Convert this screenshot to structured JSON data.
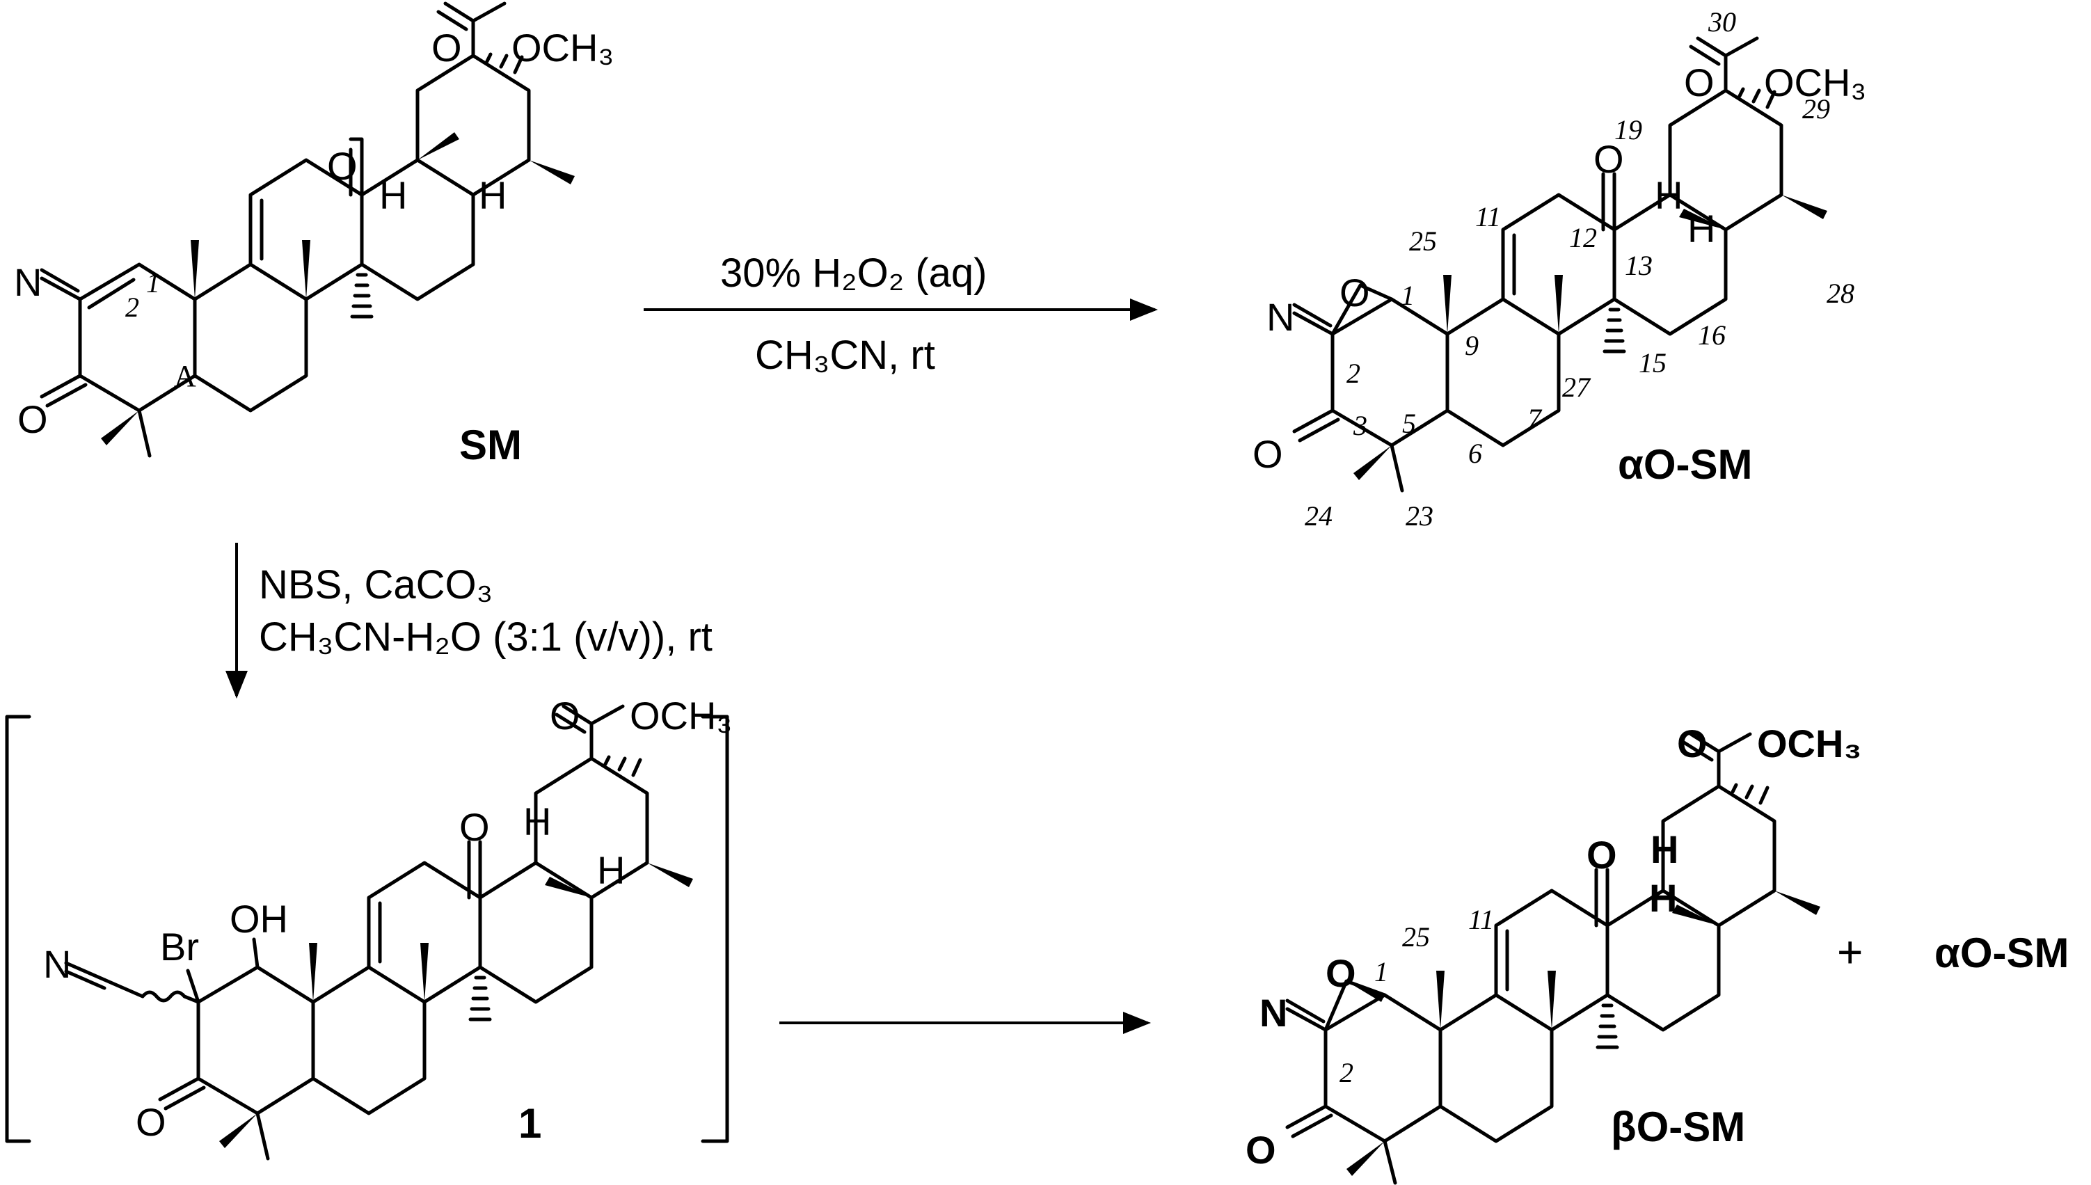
{
  "compounds": {
    "sm": {
      "label": "SM",
      "ring_label": "A",
      "ester": "OCH3",
      "nitrile_n": "N",
      "oxo": "O",
      "h": "H",
      "numbers": {
        "n1": "1",
        "n2": "2"
      }
    },
    "alpha": {
      "label": "αO-SM",
      "ester": "OCH3",
      "nitrile_n": "N",
      "oxo": "O",
      "epoxide_o": "O",
      "h": "H",
      "numbers": {
        "n1": "1",
        "n2": "2",
        "n3": "3",
        "n5": "5",
        "n6": "6",
        "n7": "7",
        "n9": "9",
        "n11": "11",
        "n12": "12",
        "n13": "13",
        "n15": "15",
        "n16": "16",
        "n19": "19",
        "n23": "23",
        "n24": "24",
        "n25": "25",
        "n27": "27",
        "n28": "28",
        "n29": "29",
        "n30": "30"
      }
    },
    "bromo": {
      "label": "1",
      "ester": "OCH3",
      "nitrile_n": "N",
      "oxo": "O",
      "br": "Br",
      "oh": "OH",
      "h": "H"
    },
    "beta": {
      "label": "βO-SM",
      "ester": "OCH3",
      "nitrile_n": "N",
      "oxo": "O",
      "epoxide_o": "O",
      "h": "H",
      "numbers": {
        "n1": "1",
        "n2": "2",
        "n11": "11",
        "n25": "25"
      }
    }
  },
  "reactions": {
    "epoxidation": {
      "line1": "30% H2O2 (aq)",
      "line2": "CH3CN, rt"
    },
    "bromination": {
      "line1": "NBS, CaCO3",
      "line2": "CH3CN-H2O (3:1 (v/v)), rt"
    }
  },
  "products": {
    "plus": "+",
    "coproduct": "αO-SM"
  }
}
